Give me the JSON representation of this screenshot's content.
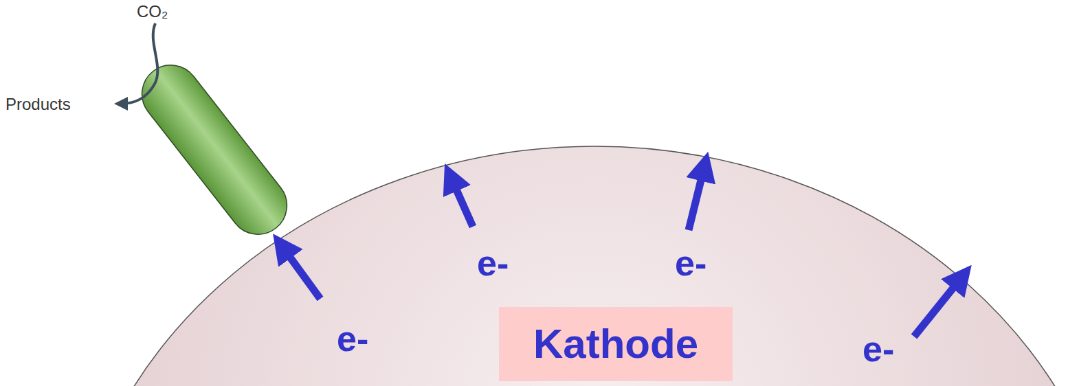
{
  "diagram": {
    "nodes": [
      {
        "text": [
          "Kathode"
        ]
      }
    ],
    "labels": [
      "CO₂",
      "Products",
      "e-",
      "e-",
      "e-",
      "e-"
    ]
  }
}
